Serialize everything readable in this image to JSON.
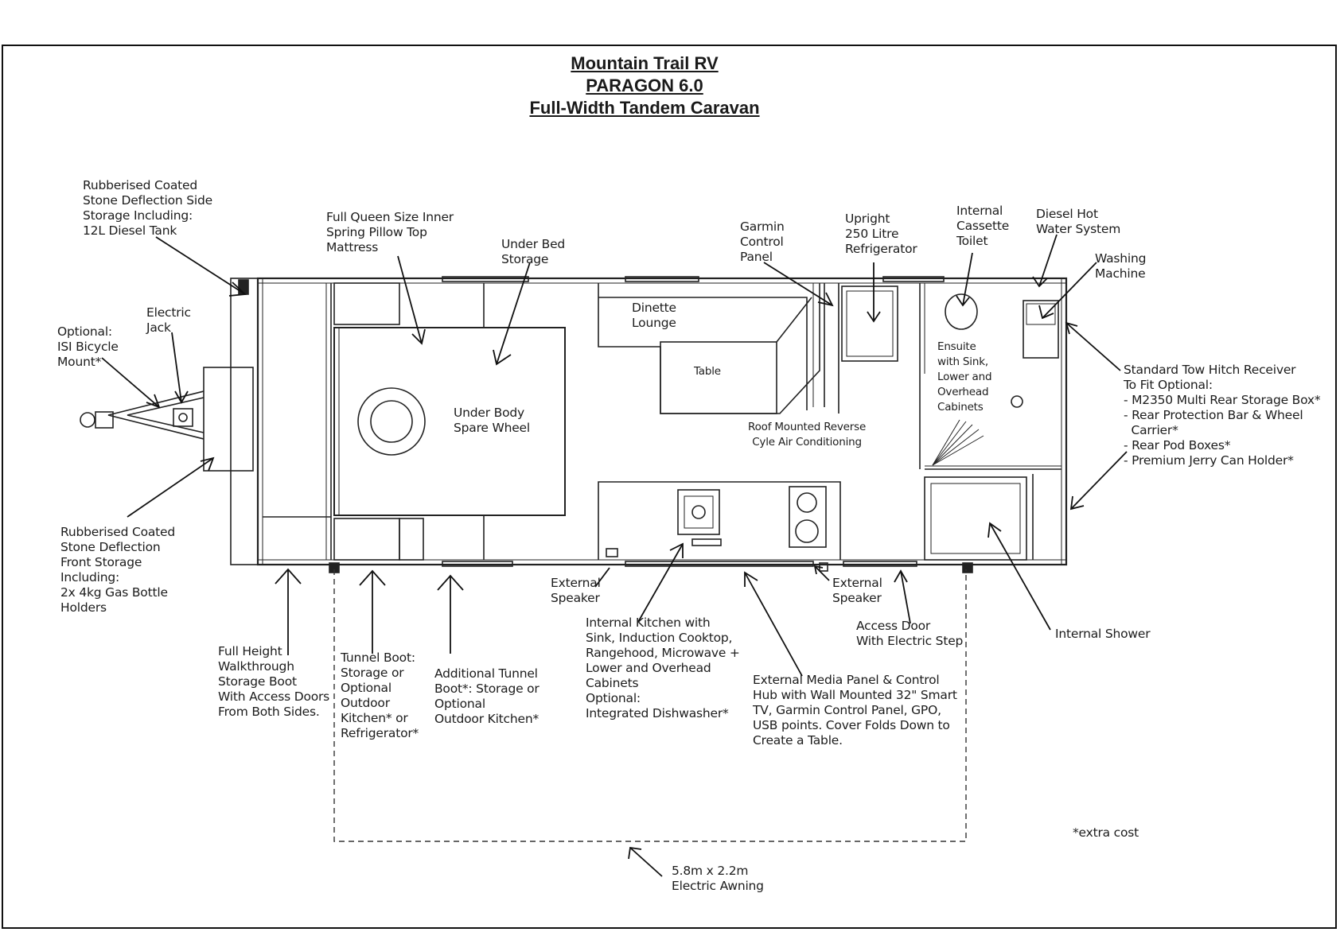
{
  "title": {
    "line1": "Mountain Trail RV",
    "line2": "PARAGON 6.0",
    "line3": "Full-Width Tandem Caravan"
  },
  "labels": {
    "side_storage": "Rubberised Coated\nStone Deflection Side\nStorage Including:\n12L Diesel Tank",
    "mattress": "Full Queen Size Inner\nSpring Pillow Top\nMattress",
    "under_bed": "Under Bed\nStorage",
    "garmin": "Garmin\nControl\nPanel",
    "fridge": "Upright\n250 Litre\nRefrigerator",
    "toilet": "Internal\nCassette\nToilet",
    "hot_water": "Diesel Hot\nWater System",
    "washing": "Washing\nMachine",
    "electric_jack": "Electric\nJack",
    "bicycle": "Optional:\nISI Bicycle\nMount*",
    "dinette": "Dinette\nLounge",
    "table": "Table",
    "spare_wheel": "Under Body\nSpare Wheel",
    "ensuite": "Ensuite\nwith Sink,\nLower and\nOverhead\nCabinets",
    "air_con": "Roof Mounted Reverse\nCyle Air Conditioning",
    "tow_hitch": "Standard Tow Hitch Receiver\nTo Fit Optional:\n- M2350 Multi Rear Storage Box*\n- Rear Protection Bar & Wheel\n  Carrier*\n- Rear Pod Boxes*\n- Premium Jerry Can Holder*",
    "front_storage": "Rubberised Coated\nStone Deflection\nFront Storage\nIncluding:\n2x 4kg Gas Bottle\nHolders",
    "speaker_left": "External\nSpeaker",
    "speaker_right": "External\nSpeaker",
    "kitchen": "Internal Kitchen with\nSink, Induction Cooktop,\nRangehood, Microwave +\nLower and Overhead\nCabinets\nOptional:\nIntegrated Dishwasher*",
    "access_door": "Access Door\nWith Electric Step",
    "shower": "Internal Shower",
    "walkthrough": "Full Height\nWalkthrough\nStorage Boot\nWith Access Doors\nFrom Both Sides.",
    "tunnel_boot": "Tunnel Boot:\nStorage or\nOptional\nOutdoor\nKitchen* or\nRefrigerator*",
    "add_tunnel": "Additional Tunnel\nBoot*: Storage or\nOptional\nOutdoor Kitchen*",
    "media_panel": "External Media Panel & Control\nHub with Wall Mounted 32\" Smart\nTV, Garmin Control Panel, GPO,\nUSB points. Cover Folds Down to\nCreate a Table.",
    "extra_cost": "*extra cost",
    "awning": "5.8m x 2.2m\nElectric Awning"
  }
}
